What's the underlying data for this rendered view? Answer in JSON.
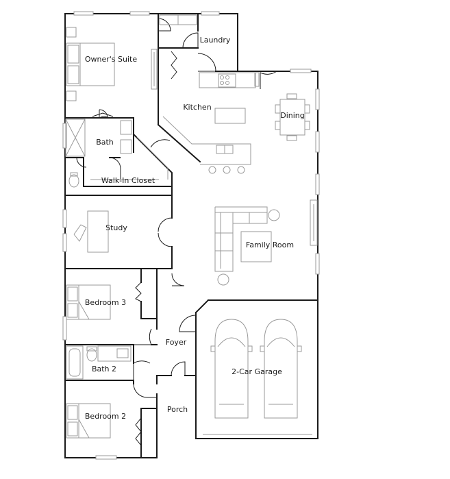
{
  "rooms": {
    "owners_suite": "Owner's Suite",
    "laundry": "Laundry",
    "kitchen": "Kitchen",
    "dining": "Dining",
    "bath": "Bath",
    "walk_in_closet": "Walk-In Closet",
    "study": "Study",
    "family_room": "Family Room",
    "bedroom_3": "Bedroom 3",
    "foyer": "Foyer",
    "bath_2": "Bath 2",
    "garage": "2-Car Garage",
    "porch": "Porch",
    "bedroom_2": "Bedroom 2"
  }
}
